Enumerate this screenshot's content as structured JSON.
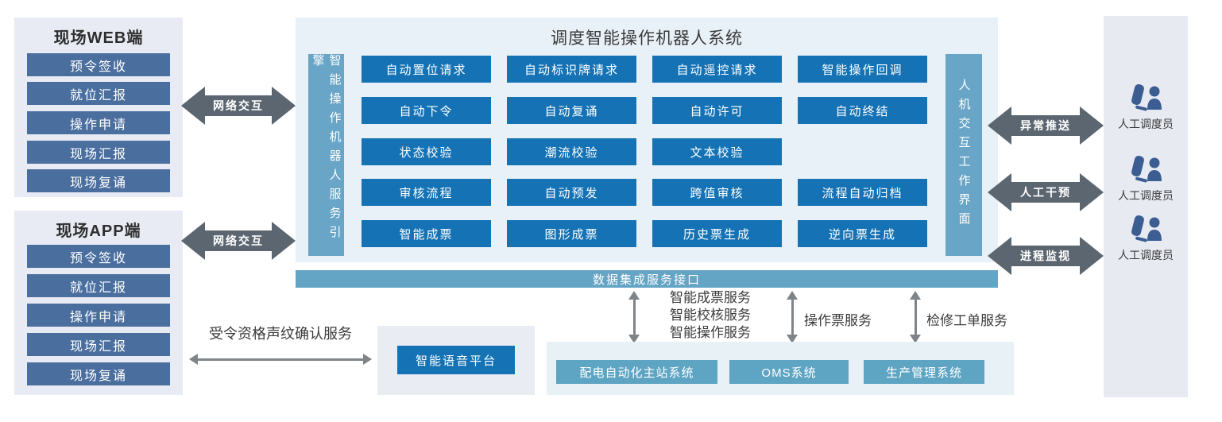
{
  "colors": {
    "panel_bg": "#e8ebf3",
    "main_panel_bg": "#e9f1f8",
    "steel_blue_button": "#4a6e9e",
    "bright_blue_button": "#1573b5",
    "teal_bar": "#68a5c6",
    "data_bar": "#64a4c4",
    "system_box": "#5ea4c3",
    "big_arrow_gray": "#5c6670",
    "thin_arrow_gray": "#7e8488",
    "operator_icon_blue": "#3b5d92"
  },
  "web_panel": {
    "title": "现场WEB端",
    "items": [
      "预令签收",
      "就位汇报",
      "操作申请",
      "现场汇报",
      "现场复诵"
    ]
  },
  "app_panel": {
    "title": "现场APP端",
    "items": [
      "预令签收",
      "就位汇报",
      "操作申请",
      "现场汇报",
      "现场复诵"
    ]
  },
  "network_arrows": {
    "web": "网络交互",
    "app": "网络交互"
  },
  "main": {
    "title": "调度智能操作机器人系统",
    "left_bar": "智能操作机器人服务引擎",
    "right_bar": "人机交互工作界面",
    "rows": [
      [
        "自动置位请求",
        "自动标识牌请求",
        "自动遥控请求",
        "智能操作回调"
      ],
      [
        "自动下令",
        "自动复诵",
        "自动许可",
        "自动终结"
      ],
      [
        "状态校验",
        "潮流校验",
        "文本校验"
      ],
      [
        "审核流程",
        "自动预发",
        "跨值审核",
        "流程自动归档"
      ],
      [
        "智能成票",
        "图形成票",
        "历史票生成",
        "逆向票生成"
      ]
    ]
  },
  "data_bar": "数据集成服务接口",
  "voice": {
    "platform": "智能语音平台",
    "arrow_label": "受令资格声纹确认服务"
  },
  "integration": {
    "service_lines": [
      "智能成票服务",
      "智能校核服务",
      "智能操作服务"
    ],
    "operation_ticket": "操作票服务",
    "maintenance_order": "检修工单服务",
    "systems": [
      "配电自动化主站系统",
      "OMS系统",
      "生产管理系统"
    ]
  },
  "right_side": {
    "arrows": [
      "异常推送",
      "人工干预",
      "进程监视"
    ],
    "operators": [
      "人工调度员",
      "人工调度员",
      "人工调度员"
    ]
  }
}
